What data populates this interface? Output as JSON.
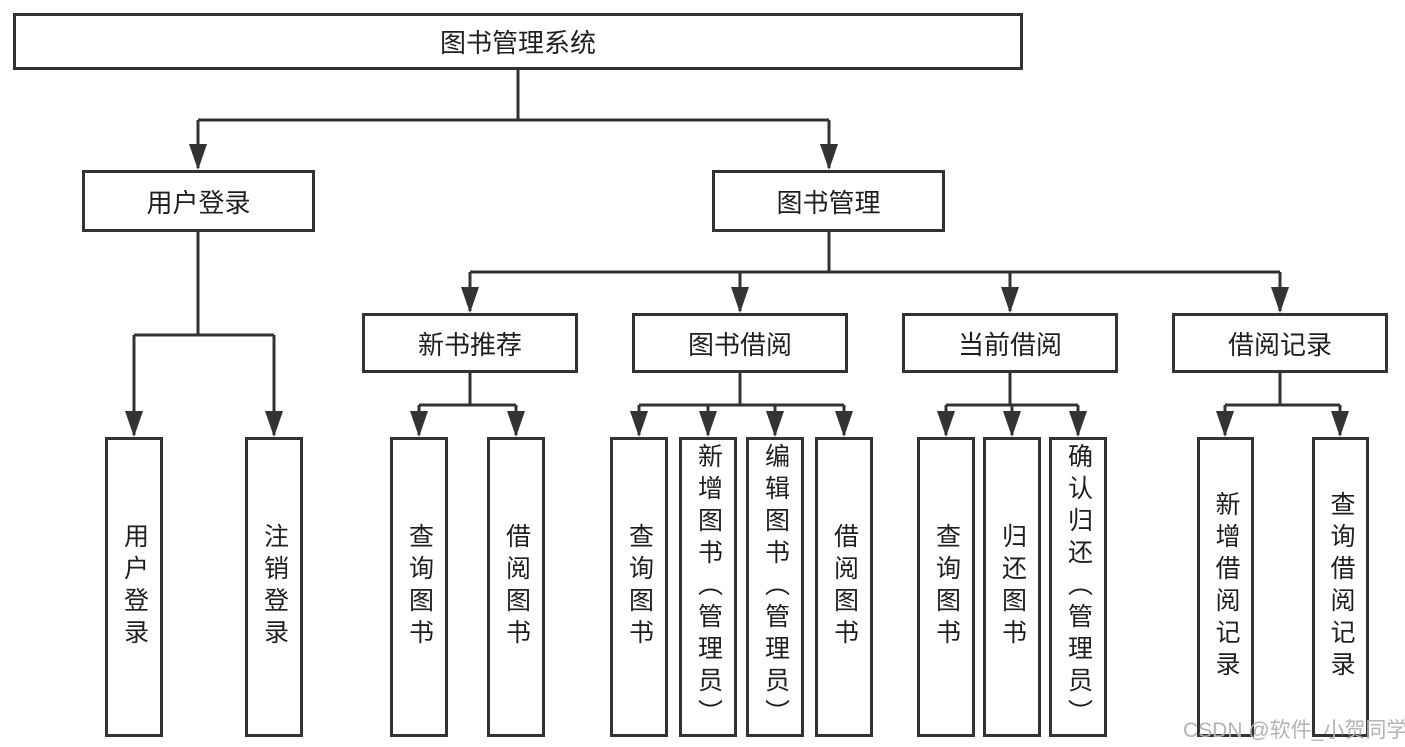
{
  "watermark": "CSDN @软件_小贺同学",
  "colors": {
    "line": "#333333",
    "box_border": "#333333",
    "text": "#1f1f1f",
    "watermark": "#b3b3b3",
    "background": "#ffffff"
  },
  "tree": {
    "root": "图书管理系统",
    "branches": [
      {
        "label": "用户登录",
        "children": [
          "用户登录",
          "注销登录"
        ]
      },
      {
        "label": "图书管理",
        "groups": [
          {
            "label": "新书推荐",
            "children": [
              "查询图书",
              "借阅图书"
            ]
          },
          {
            "label": "图书借阅",
            "children": [
              "查询图书",
              "新增图书（管理员）",
              "编辑图书（管理员）",
              "借阅图书"
            ]
          },
          {
            "label": "当前借阅",
            "children": [
              "查询图书",
              "归还图书",
              "确认归还（管理员）"
            ]
          },
          {
            "label": "借阅记录",
            "children": [
              "新增借阅记录",
              "查询借阅记录"
            ]
          }
        ]
      }
    ]
  }
}
